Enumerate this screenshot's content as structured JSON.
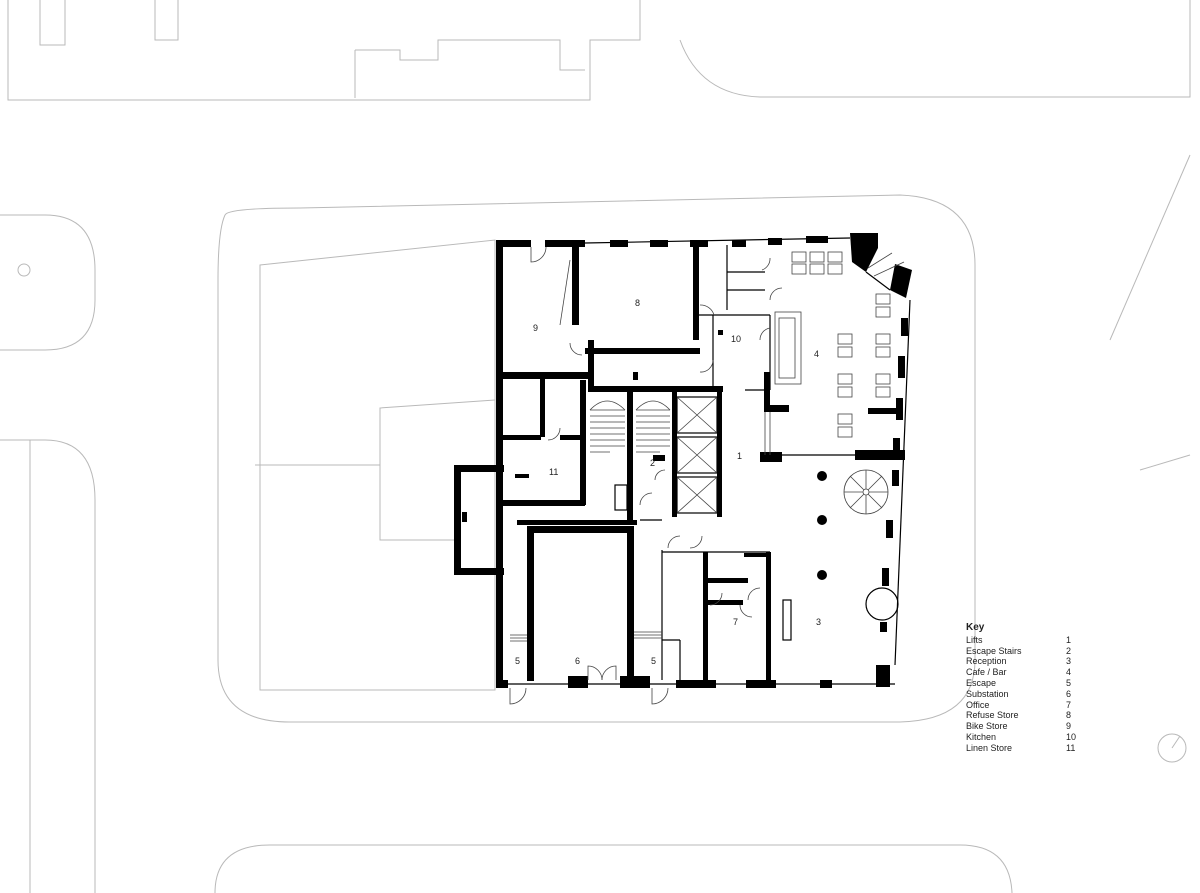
{
  "rooms": {
    "r1": "1",
    "r2": "2",
    "r3": "3",
    "r4": "4",
    "r5a": "5",
    "r5b": "5",
    "r6": "6",
    "r7": "7",
    "r8": "8",
    "r9": "9",
    "r10": "10",
    "r11": "11"
  },
  "key": {
    "title": "Key",
    "items": [
      {
        "name": "Lifts",
        "num": "1"
      },
      {
        "name": "Escape Stairs",
        "num": "2"
      },
      {
        "name": "Reception",
        "num": "3"
      },
      {
        "name": "Cafe / Bar",
        "num": "4"
      },
      {
        "name": "Escape",
        "num": "5"
      },
      {
        "name": "Substation",
        "num": "6"
      },
      {
        "name": "Office",
        "num": "7"
      },
      {
        "name": "Refuse Store",
        "num": "8"
      },
      {
        "name": "Bike Store",
        "num": "9"
      },
      {
        "name": "Kitchen",
        "num": "10"
      },
      {
        "name": "Linen Store",
        "num": "11"
      }
    ]
  }
}
